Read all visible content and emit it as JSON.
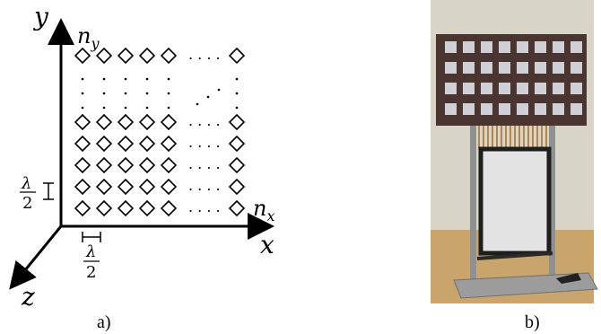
{
  "panel_a": {
    "caption": "a)",
    "axis_labels": {
      "x": "x",
      "y": "y",
      "z": "z"
    },
    "array_labels": {
      "nx": "n",
      "nx_sub": "x",
      "ny": "n",
      "ny_sub": "y"
    },
    "spacing_label": {
      "numerator": "λ",
      "denominator": "2"
    },
    "ellipsis": ". . . ."
  },
  "panel_b": {
    "caption": "b)",
    "photo_subject": "antenna-array-prototype",
    "colors": {
      "board": "#4a3530",
      "patch": "#cfcfd6",
      "feed_lines": "#b4864c",
      "back_wall": "#d8d5c8",
      "floor": "#c9a46b",
      "reflector": "#e3e3e3"
    }
  }
}
